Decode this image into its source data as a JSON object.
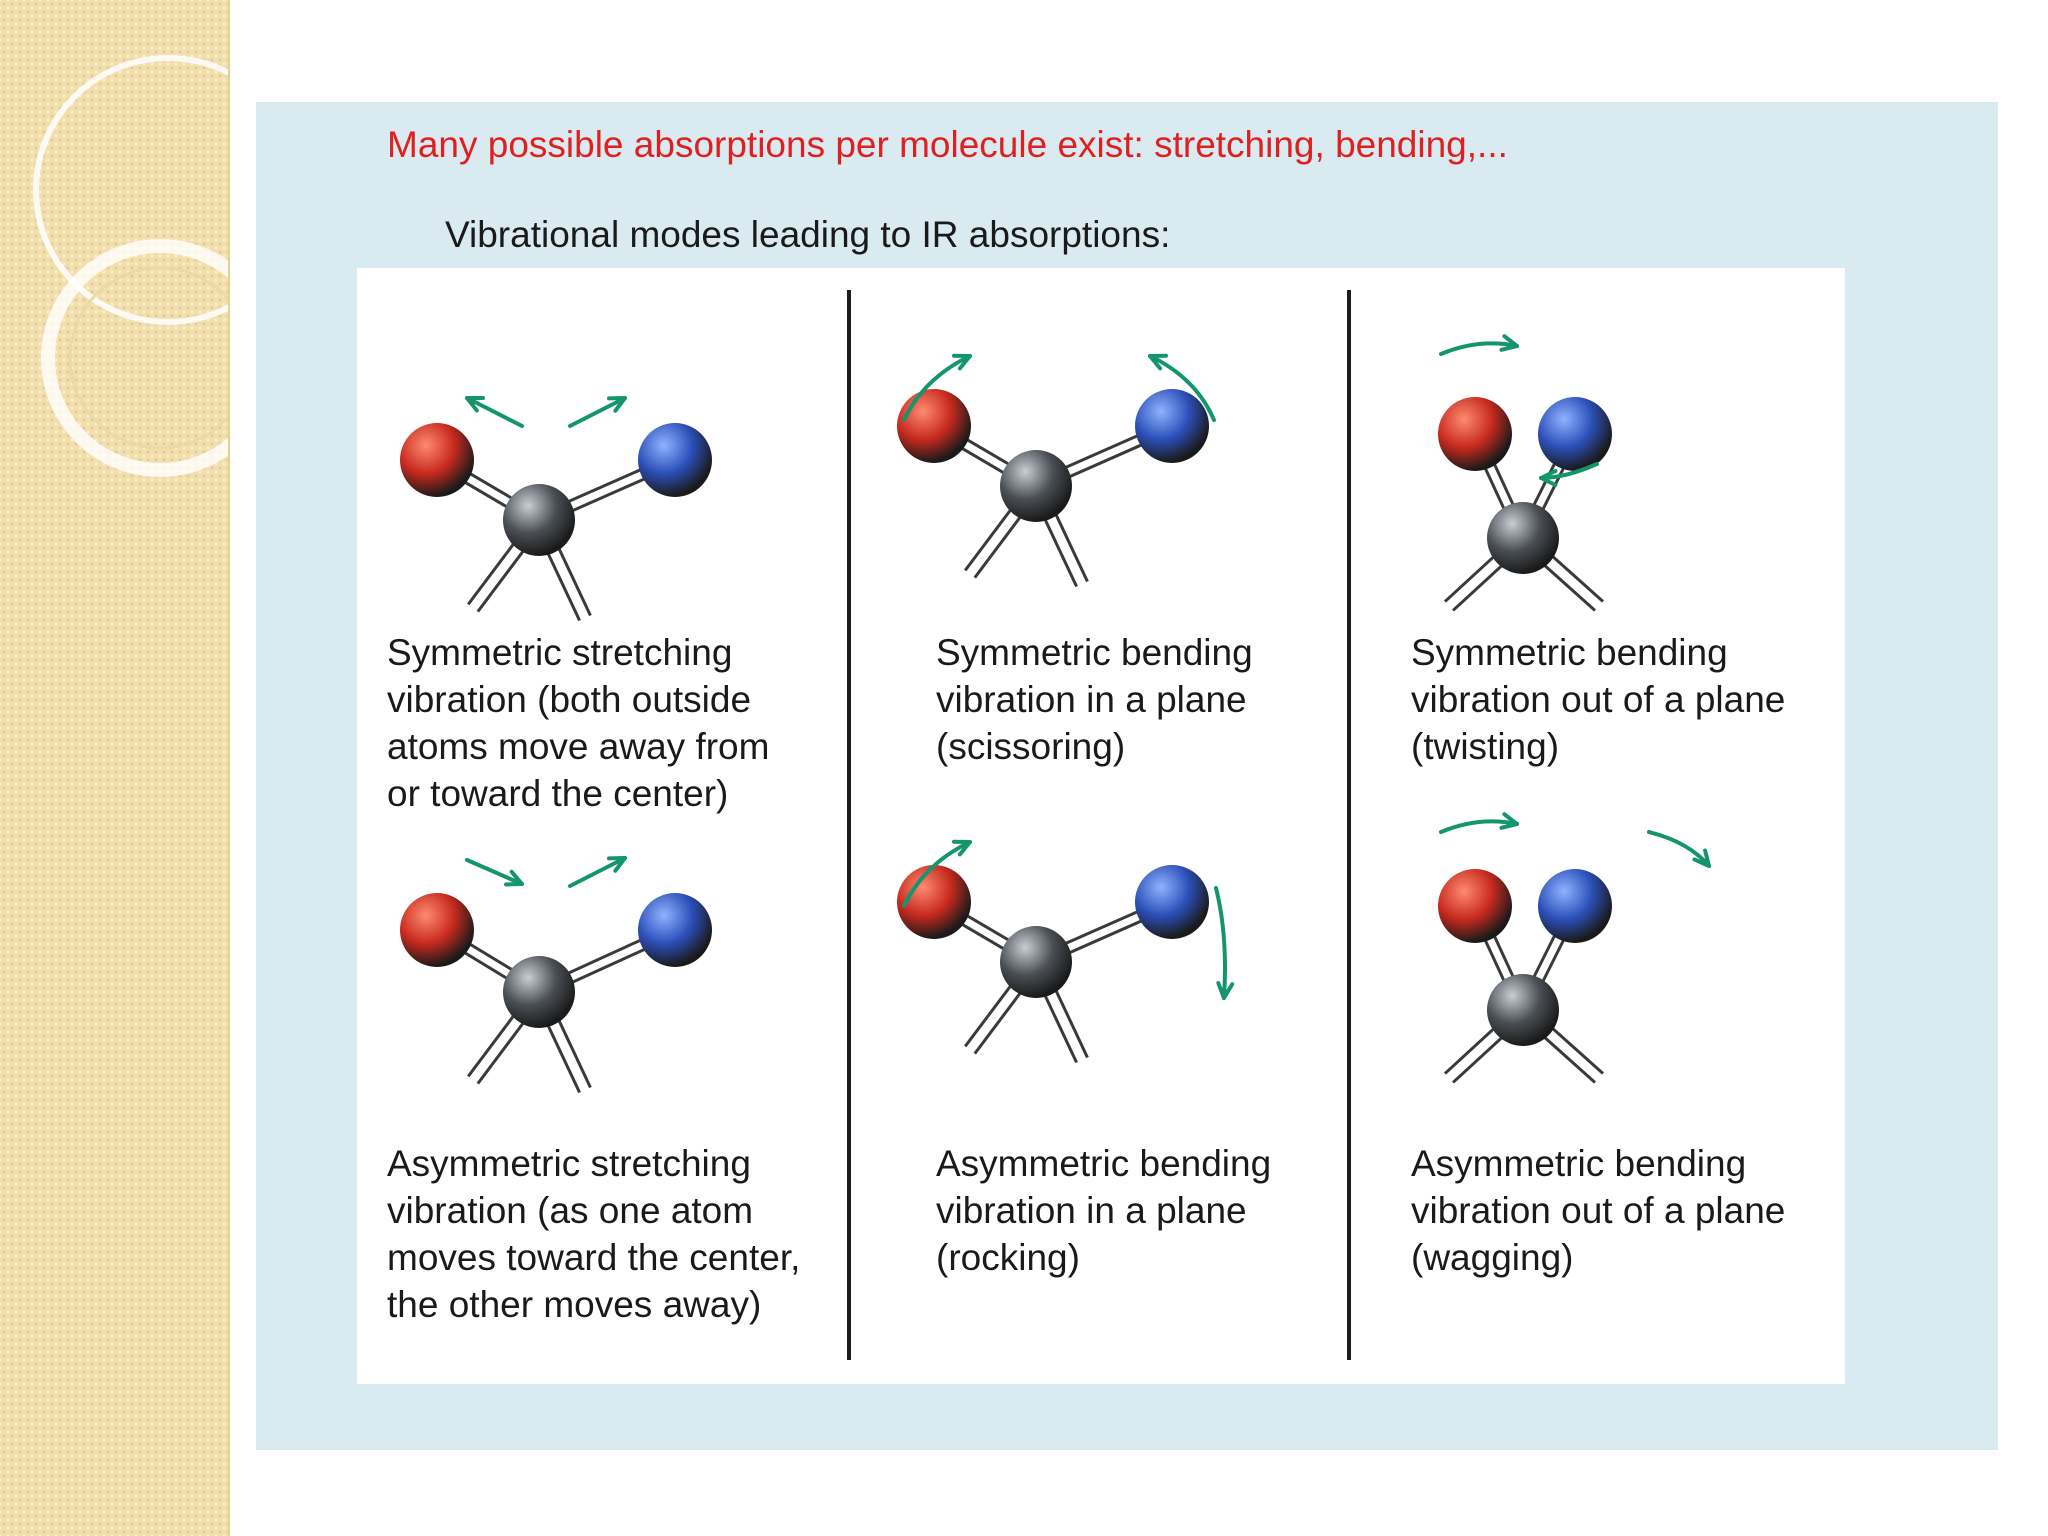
{
  "slide": {
    "headline": "Many possible absorptions per molecule exist: stretching, bending,...",
    "subhead": "Vibrational modes leading to IR absorptions:"
  },
  "figure": {
    "modes": [
      {
        "id": "symmetric-stretching",
        "caption": "Symmetric stretching\nvibration (both outside\natoms move away from\nor toward the center)"
      },
      {
        "id": "symmetric-bending-in-plane",
        "caption": "Symmetric bending\nvibration in a plane\n(scissoring)"
      },
      {
        "id": "symmetric-bending-out-of-plane",
        "caption": "Symmetric bending\nvibration out of a plane\n(twisting)"
      },
      {
        "id": "asymmetric-stretching",
        "caption": "Asymmetric stretching\nvibration (as one atom\nmoves toward the center,\nthe other moves away)"
      },
      {
        "id": "asymmetric-bending-in-plane",
        "caption": "Asymmetric bending\nvibration in a plane\n(rocking)"
      },
      {
        "id": "asymmetric-bending-out-of-plane",
        "caption": "Asymmetric bending\nvibration out of a plane\n(wagging)"
      }
    ]
  },
  "colors": {
    "headline": "#e02020",
    "arrow": "#14956e",
    "atom_red": "#c62a1e",
    "atom_blue": "#2b4fb8",
    "atom_center": "#4a4f55",
    "panel": "#daeaf1"
  }
}
